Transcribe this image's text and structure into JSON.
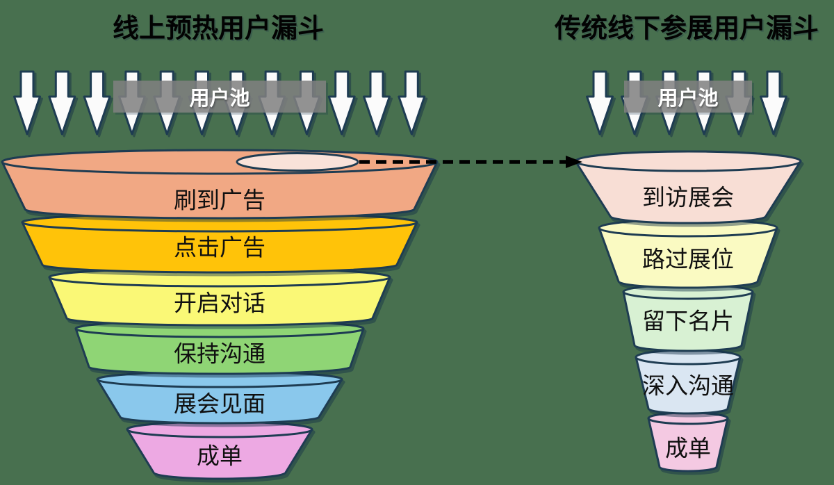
{
  "background_color": "#48704F",
  "outline_color": "#1E3C52",
  "arrow_fill_color": "#FBFBFB",
  "connector": {
    "type": "dashed-arrow",
    "color": "#000000",
    "from": "left-funnel-mouth",
    "to": "right-funnel-top"
  },
  "left_funnel": {
    "title": "线上预热用户漏斗",
    "pool_label": "用户池",
    "arrow_count": 12,
    "mouth_color": "#F9E2D9",
    "layers": [
      {
        "label": "刷到广告",
        "color": "#F1A884"
      },
      {
        "label": "点击广告",
        "color": "#FFC309"
      },
      {
        "label": "开启对话",
        "color": "#FAF876"
      },
      {
        "label": "保持沟通",
        "color": "#8FD575"
      },
      {
        "label": "展会见面",
        "color": "#8AC8EC"
      },
      {
        "label": "成单",
        "color": "#EDA9E3"
      }
    ]
  },
  "right_funnel": {
    "title": "传统线下参展用户漏斗",
    "pool_label": "用户池",
    "arrow_count": 6,
    "layers": [
      {
        "label": "到访展会",
        "color": "#F8DED5"
      },
      {
        "label": "路过展位",
        "color": "#FAFAC2"
      },
      {
        "label": "留下名片",
        "color": "#D8F1D3"
      },
      {
        "label": "深入沟通",
        "color": "#DAE6F2"
      },
      {
        "label": "成单",
        "color": "#F4C9E2"
      }
    ]
  }
}
